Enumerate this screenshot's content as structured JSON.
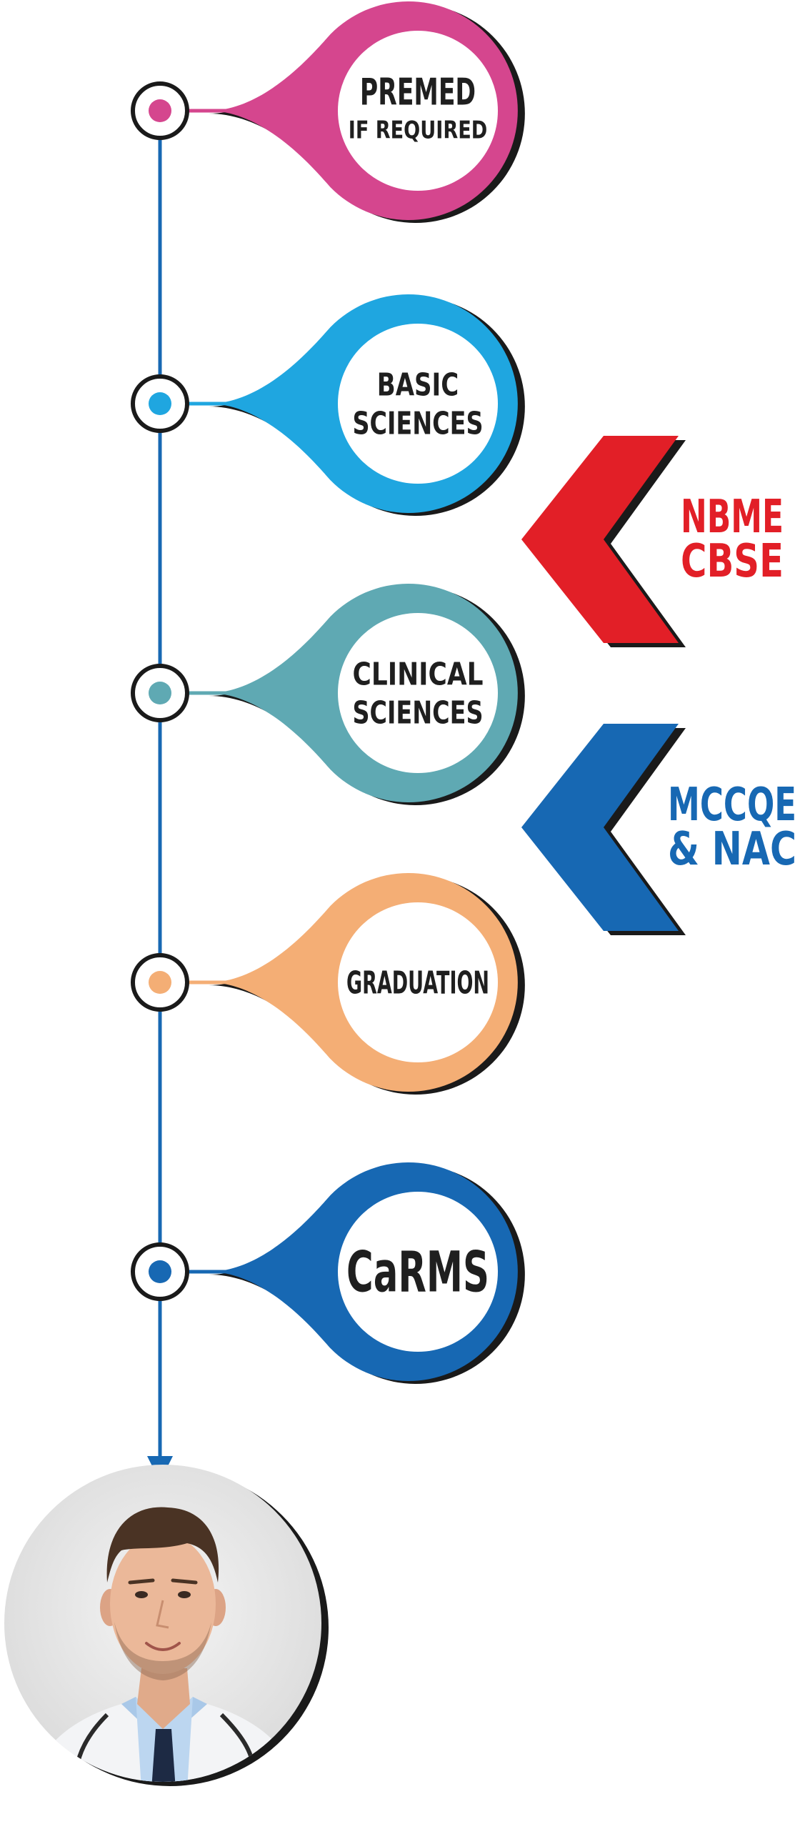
{
  "stages": [
    {
      "id": "premed",
      "lines": [
        "PREMED",
        "IF REQUIRED"
      ],
      "color": "#d5468e"
    },
    {
      "id": "basic-sciences",
      "lines": [
        "BASIC",
        "SCIENCES"
      ],
      "color": "#1fa6e0"
    },
    {
      "id": "clinical-sciences",
      "lines": [
        "CLINICAL",
        "SCIENCES"
      ],
      "color": "#5fa9b3"
    },
    {
      "id": "graduation",
      "lines": [
        "GRADUATION"
      ],
      "color": "#f4ae75"
    },
    {
      "id": "carms",
      "lines": [
        "CaRMS"
      ],
      "color": "#1768b3"
    }
  ],
  "exams": [
    {
      "id": "nbme-cbse",
      "lines": [
        "NBME",
        "CBSE"
      ],
      "color": "#e21f27"
    },
    {
      "id": "mccqe-nac",
      "lines": [
        "MCCQE",
        "& NAC"
      ],
      "color": "#1768b3"
    }
  ],
  "colors": {
    "timeline": "#1768b3",
    "shadow": "#1a1a1a"
  },
  "icons": {
    "arrow": "arrow-down-icon",
    "portrait": "doctor-portrait"
  }
}
